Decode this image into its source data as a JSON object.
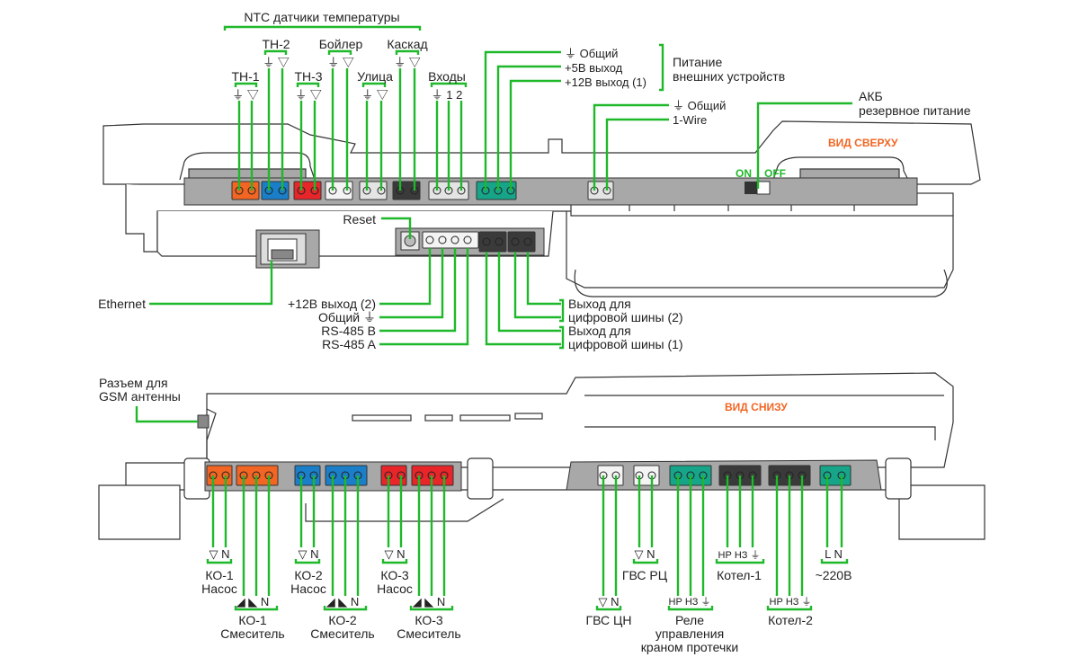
{
  "colors": {
    "wire": "#1fb82a",
    "orange": "#f26522",
    "blue": "#1a7fc8",
    "red": "#e8262a",
    "white": "#f4f4f4",
    "light_gray": "#e4e4e4",
    "dark": "#3a3a3a",
    "teal": "#17a589",
    "panel": "#a8a8a8",
    "body_outline": "#333333"
  },
  "top_view": {
    "title": "ВИД СВЕРХУ",
    "ntc_group": "NTC датчики температуры",
    "sensors": [
      {
        "name": "ТН-1",
        "pins": "⏚ ▽",
        "color": "orange"
      },
      {
        "name": "ТН-2",
        "pins": "⏚ ▽",
        "color": "blue"
      },
      {
        "name": "ТН-3",
        "pins": "⏚ ▽",
        "color": "red"
      },
      {
        "name": "Бойлер",
        "pins": "⏚ ▽",
        "color": "white"
      },
      {
        "name": "Улица",
        "pins": "⏚ ▽",
        "color": "light_gray"
      },
      {
        "name": "Каскад",
        "pins": "⏚ ▽",
        "color": "dark"
      }
    ],
    "inputs": {
      "name": "Входы",
      "pins": "⏚ 1 2",
      "color": "light_gray"
    },
    "power_ext": {
      "lines": [
        "⏚ Общий",
        "+5В выход",
        "+12В выход (1)"
      ],
      "group": [
        "Питание",
        "внешних устройств"
      ]
    },
    "onewire": {
      "lines": [
        "⏚ Общий",
        "1-Wire"
      ]
    },
    "battery": {
      "title": "АКБ",
      "subtitle": "резервное питание",
      "on": "ON",
      "off": "OFF"
    },
    "reset": "Reset",
    "ethernet": "Ethernet",
    "bus_left": [
      "+12В выход (2)",
      "Общий ⏚",
      "RS-485 B",
      "RS-485 A"
    ],
    "bus_right": [
      [
        "Выход для",
        "цифровой шины (2)"
      ],
      [
        "Выход для",
        "цифровой шины (1)"
      ]
    ]
  },
  "bottom_view": {
    "title": "ВИД СНИЗУ",
    "gsm": [
      "Разъем для",
      "GSM антенны"
    ],
    "pumps": [
      {
        "pins": "▽ N",
        "name": [
          "КО-1",
          "Насос"
        ]
      },
      {
        "pins": "▽ N",
        "name": [
          "КО-2",
          "Насос"
        ]
      },
      {
        "pins": "▽ N",
        "name": [
          "КО-3",
          "Насос"
        ]
      }
    ],
    "mixers": [
      {
        "pins": "◢ ◣ N",
        "name": [
          "КО-1",
          "Смеситель"
        ]
      },
      {
        "pins": "◢ ◣ N",
        "name": [
          "КО-2",
          "Смеситель"
        ]
      },
      {
        "pins": "◢ ◣ N",
        "name": [
          "КО-3",
          "Смеситель"
        ]
      }
    ],
    "dhw_cn": {
      "pins": "▽ N",
      "name": "ГВС ЦН"
    },
    "dhw_rc": {
      "pins": "▽ N",
      "name": "ГВС РЦ"
    },
    "leak_relay": {
      "pins": "НР НЗ ⏚",
      "name": [
        "Реле",
        "управления",
        "краном протечки"
      ]
    },
    "boiler1": {
      "pins": "НР НЗ ⏚",
      "name": "Котел-1"
    },
    "boiler2": {
      "pins": "НР НЗ ⏚",
      "name": "Котел-2"
    },
    "mains": {
      "pins": "L N",
      "name": "~220В"
    }
  }
}
